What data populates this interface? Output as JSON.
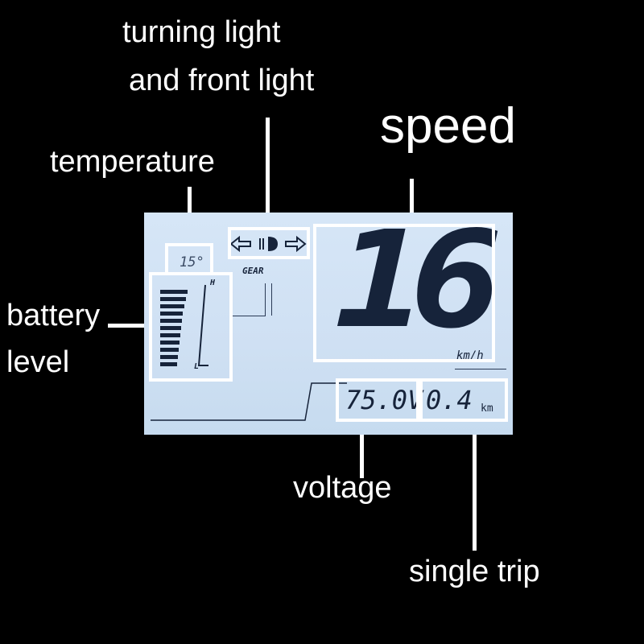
{
  "labels": {
    "turning_light_line1": "turning light",
    "turning_light_line2": "and front light",
    "speed": "speed",
    "temperature": "temperature",
    "battery_line1": "battery",
    "battery_line2": "level",
    "voltage": "voltage",
    "single_trip": "single trip"
  },
  "display": {
    "temperature": "15°",
    "gear_label": "GEAR",
    "battery_high": "H",
    "battery_low": "L",
    "battery_level": 1.0,
    "speed": "16",
    "speed_unit": "km/h",
    "voltage": "75.0V",
    "trip": "0.4",
    "trip_unit": "km"
  },
  "colors": {
    "lcd_background": "#d0e2f4",
    "segment": "#16233a",
    "callout": "#ffffff"
  }
}
